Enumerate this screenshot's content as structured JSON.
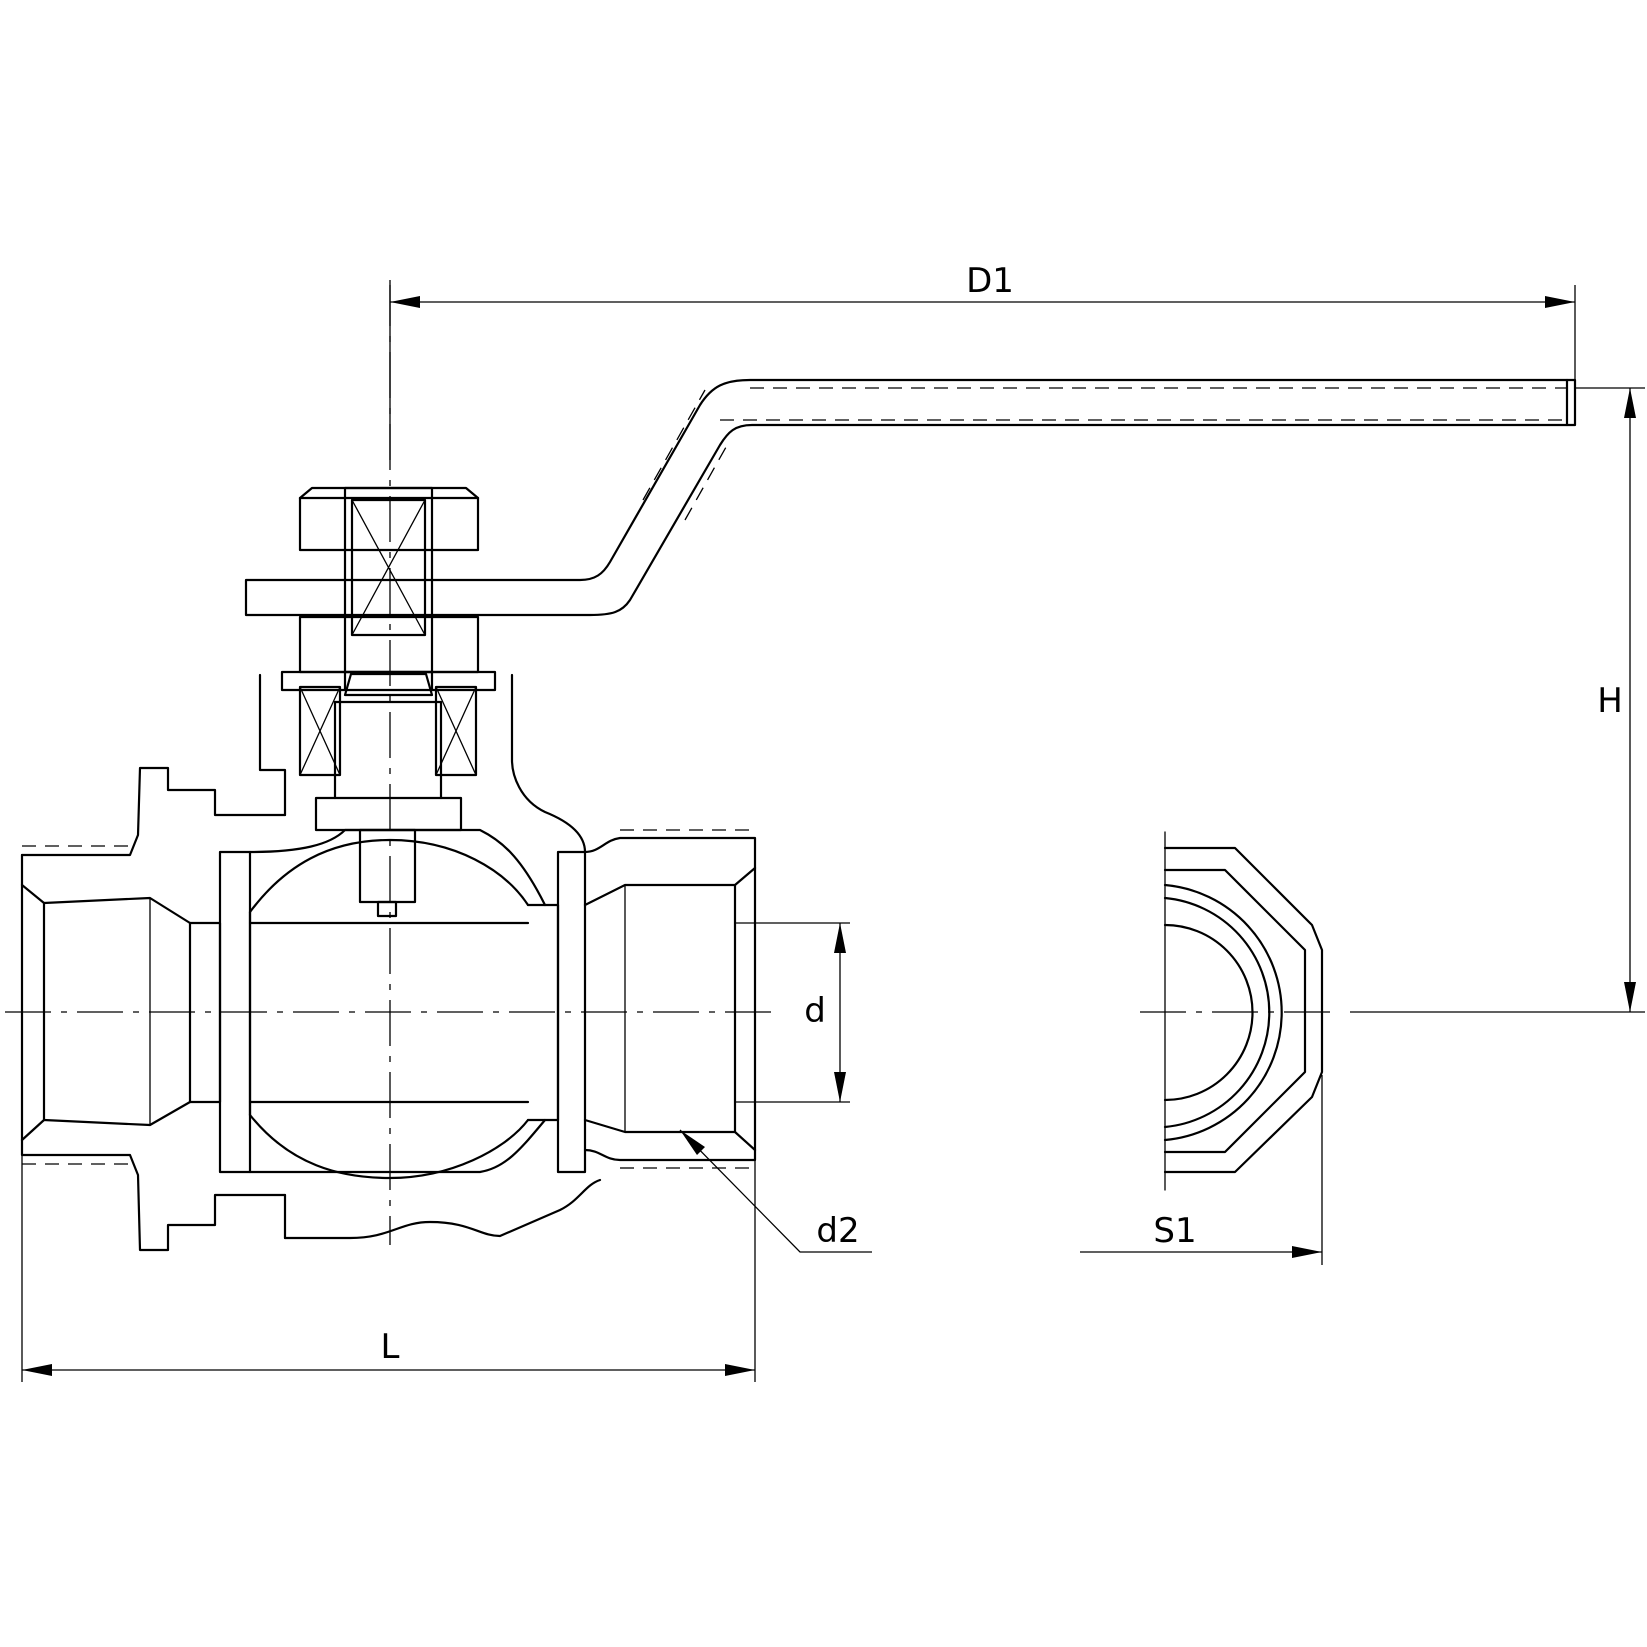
{
  "dimensions": {
    "d1": "D1",
    "h": "H",
    "d": "d",
    "d2": "d2",
    "l": "L",
    "s1": "S1"
  }
}
